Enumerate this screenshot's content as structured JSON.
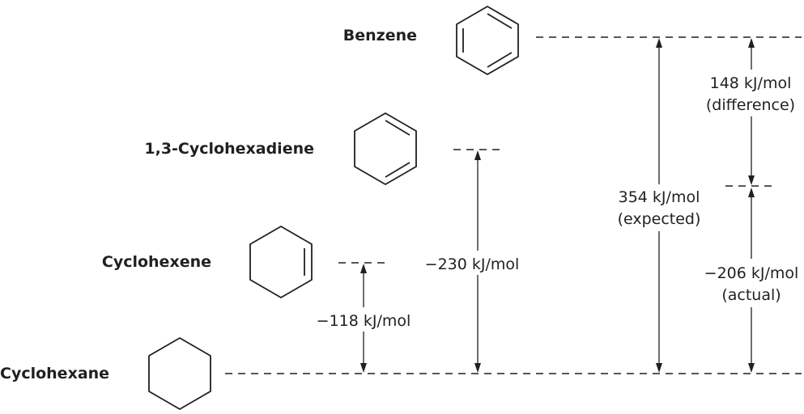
{
  "molecules": {
    "benzene": "Benzene",
    "cyclohexadiene": "1,3-Cyclohexadiene",
    "cyclohexene": "Cyclohexene",
    "cyclohexane": "Cyclohexane"
  },
  "annotations": {
    "cyclohexene_dh": "−118 kJ/mol",
    "cyclohexadiene_dh": "−230 kJ/mol",
    "expected_value": "354 kJ/mol",
    "expected_note": "(expected)",
    "difference_value": "148 kJ/mol",
    "difference_note": "(difference)",
    "actual_value": "−206 kJ/mol",
    "actual_note": "(actual)"
  },
  "colors": {
    "ink": "#231f20",
    "accent": "#d6247f"
  },
  "icons": [
    "benzene-ring-icon",
    "cyclohexadiene-ring-icon",
    "cyclohexene-ring-icon",
    "cyclohexane-ring-icon"
  ]
}
